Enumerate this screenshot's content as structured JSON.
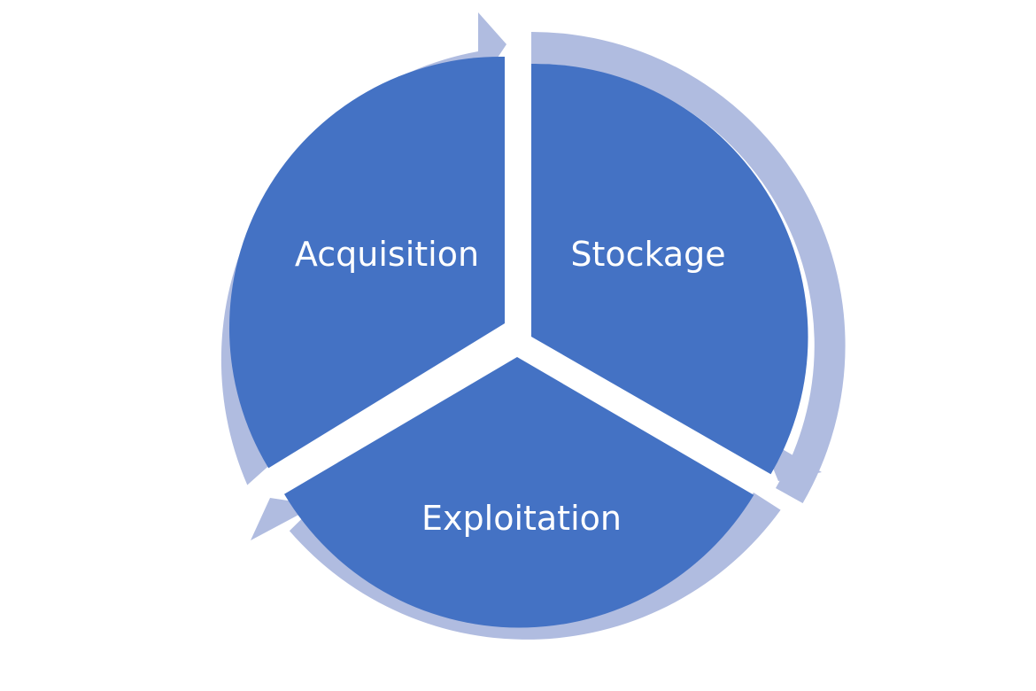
{
  "diagram": {
    "type": "cycle",
    "segments": [
      {
        "id": "acquisition",
        "label": "Acquisition"
      },
      {
        "id": "stockage",
        "label": "Stockage"
      },
      {
        "id": "exploitation",
        "label": "Exploitation"
      }
    ],
    "colors": {
      "segment_fill": "#4472C4",
      "ring_arrow": "#B0BCE0",
      "background": "#FFFFFF"
    }
  }
}
